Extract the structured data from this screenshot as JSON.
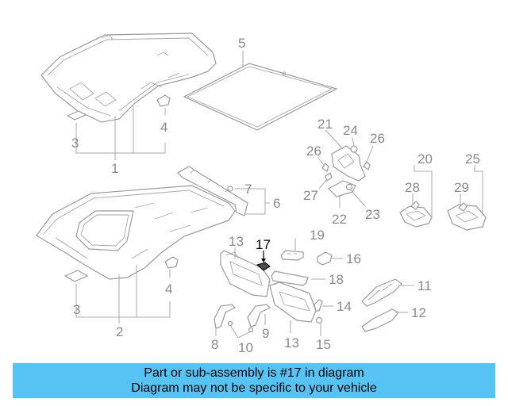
{
  "diagram": {
    "highlighted_part": "17",
    "callouts": [
      "1",
      "2",
      "3",
      "4",
      "5",
      "6",
      "7",
      "8",
      "9",
      "10",
      "11",
      "12",
      "13",
      "14",
      "15",
      "16",
      "17",
      "18",
      "19",
      "20",
      "21",
      "22",
      "23",
      "24",
      "25",
      "26",
      "27",
      "28",
      "29"
    ]
  },
  "banner": {
    "line1": "Part or sub-assembly is #17 in diagram",
    "line2": "Diagram may not be specific to your vehicle",
    "background_color": "#55c3f3"
  },
  "colors": {
    "highlight": "#000000",
    "callout": "#8a8a8a"
  }
}
